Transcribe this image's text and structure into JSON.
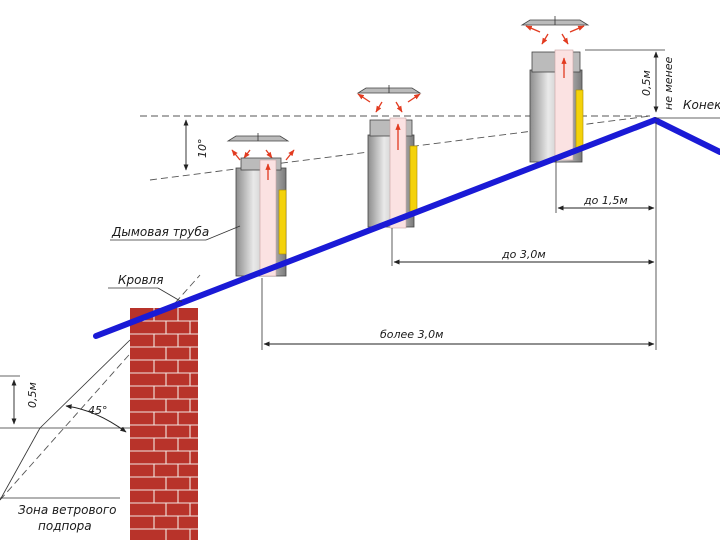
{
  "labels": {
    "ridge": "Конек",
    "ridge_min_height": "0,5м",
    "ridge_min_note": "не менее",
    "angle_10": "10°",
    "chimney": "Дымовая труба",
    "roofing": "Кровля",
    "dist_15": "до 1,5м",
    "dist_30": "до 3,0м",
    "dist_more_30": "более 3,0м",
    "left_min_height": "0,5м",
    "angle_45": "45°",
    "wind_zone_line1": "Зона ветрового",
    "wind_zone_line2": "подпора"
  },
  "colors": {
    "roof": "#1a1ad6",
    "brick": "#b8332a",
    "flue_liner": "#fbe2e2",
    "damper": "#f4d20a",
    "smoke_arrows": "#e23b20"
  }
}
